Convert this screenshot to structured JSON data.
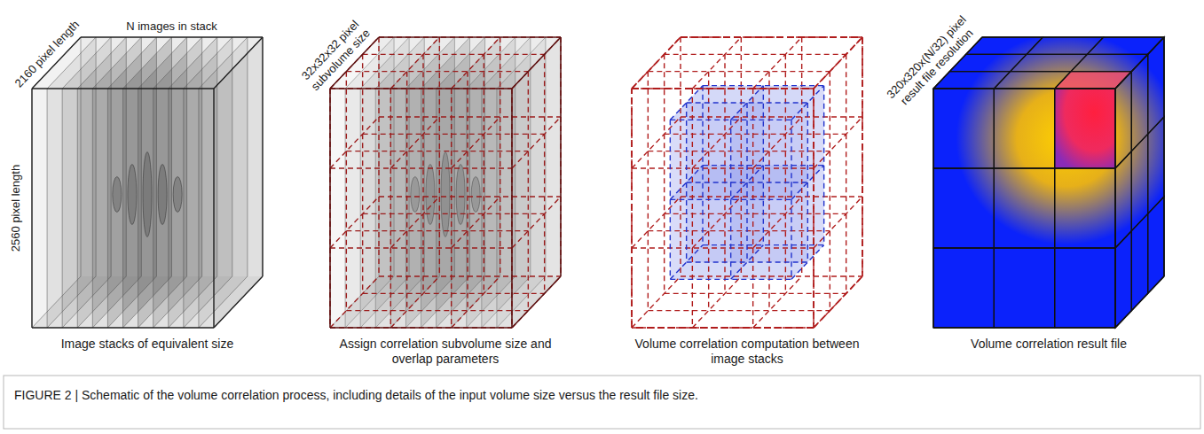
{
  "diagram": {
    "caption": "FIGURE 2 | Schematic of the volume correlation process, including details of the input volume size versus the result file size.",
    "labels": [
      "2160 pixel length",
      "N images in stack",
      "2560 pixel length",
      "Image stacks of equivalent size",
      "32x32x32 pixel subvolume size",
      "Assign correlation subvolume size and overlap parameters",
      "Volume correlation computation between image stacks",
      "320x320x(N/32) pixel result file resolution",
      "Volume correlation result file"
    ]
  }
}
